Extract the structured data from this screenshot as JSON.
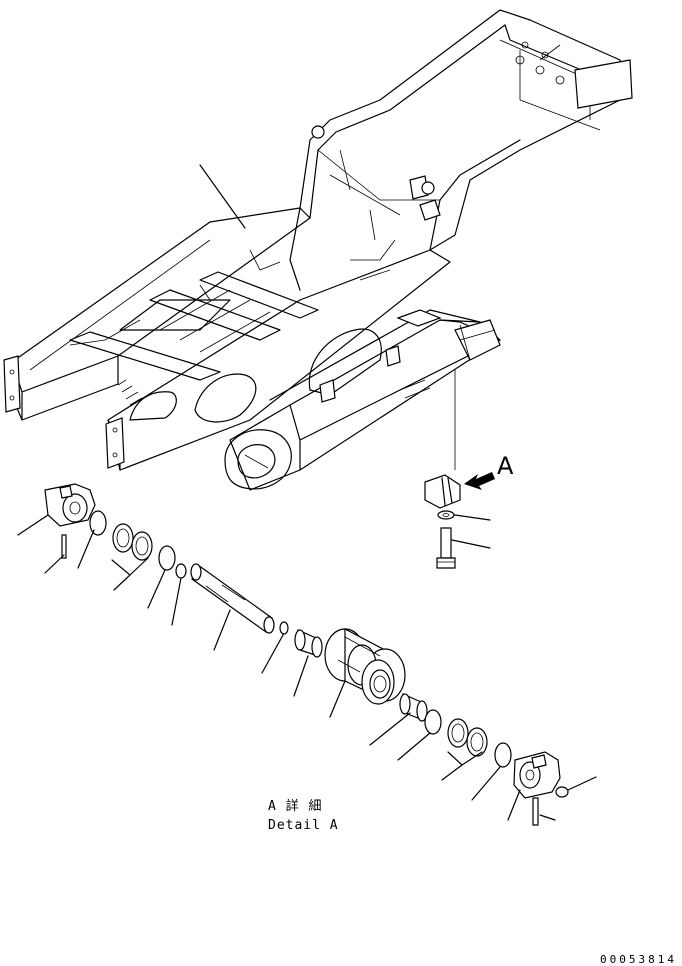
{
  "view_marker": "A",
  "detail_caption": {
    "japanese": "A 詳 細",
    "english": "Detail A"
  },
  "document_id": "00053814",
  "colors": {
    "line": "#000000",
    "background": "#ffffff"
  }
}
